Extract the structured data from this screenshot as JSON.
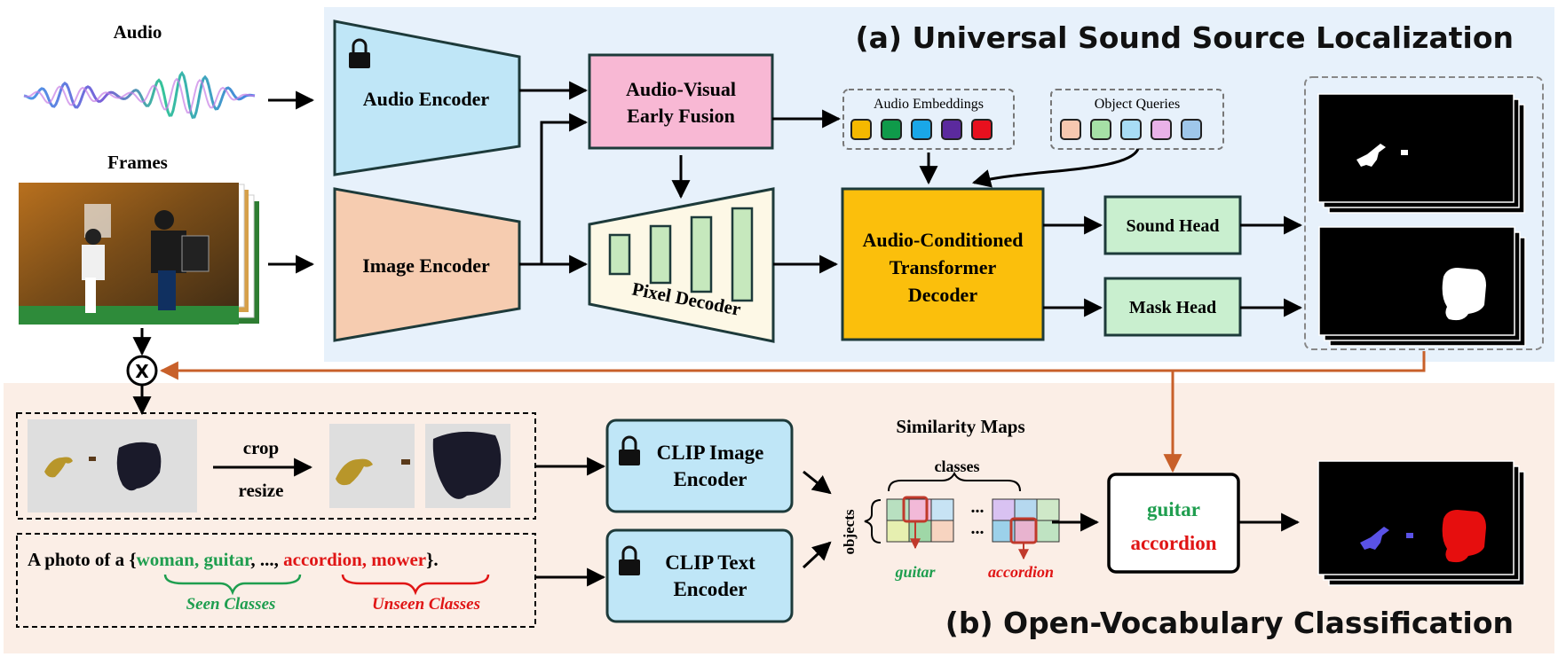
{
  "section_a": {
    "title": "(a) Universal Sound Source Localization"
  },
  "section_b": {
    "title": "(b) Open-Vocabulary Classification"
  },
  "inputs": {
    "audio_label": "Audio",
    "frames_label": "Frames",
    "multiply_symbol": "X"
  },
  "blocks": {
    "audio_encoder": "Audio Encoder",
    "image_encoder": "Image Encoder",
    "early_fusion": [
      "Audio-Visual",
      "Early Fusion"
    ],
    "pixel_decoder": "Pixel Decoder",
    "transformer_decoder": [
      "Audio-Conditioned",
      "Transformer",
      "Decoder"
    ],
    "sound_head": "Sound Head",
    "mask_head": "Mask Head",
    "clip_image_encoder": [
      "CLIP Image",
      "Encoder"
    ],
    "clip_text_encoder": [
      "CLIP Text",
      "Encoder"
    ]
  },
  "embeddings": {
    "audio_label": "Audio Embeddings",
    "audio_colors": [
      "#f5b800",
      "#0f9a4a",
      "#1aa7e8",
      "#5b2a9e",
      "#e8101e"
    ],
    "queries_label": "Object Queries",
    "query_colors": [
      "#f6c8b0",
      "#a6e0a6",
      "#a8dcf5",
      "#e9b2e8",
      "#9fc7ea"
    ]
  },
  "crop": {
    "crop_label": "crop",
    "resize_label": "resize"
  },
  "prompt": {
    "prefix": "A photo of a {",
    "seen": "woman, guitar",
    "middle": ", ..., ",
    "unseen": "accordion, mower",
    "suffix": "}.",
    "seen_caption": "Seen Classes",
    "unseen_caption": "Unseen Classes"
  },
  "similarity": {
    "title": "Similarity Maps",
    "classes_label": "classes",
    "objects_label": "objects",
    "ellipsis": "...",
    "label_left": "guitar",
    "label_right": "accordion"
  },
  "result": {
    "line1": "guitar",
    "line2": "accordion"
  },
  "colors": {
    "seen": "#1f9e4f",
    "unseen": "#e01515",
    "arrow_orange": "#c8602a"
  }
}
